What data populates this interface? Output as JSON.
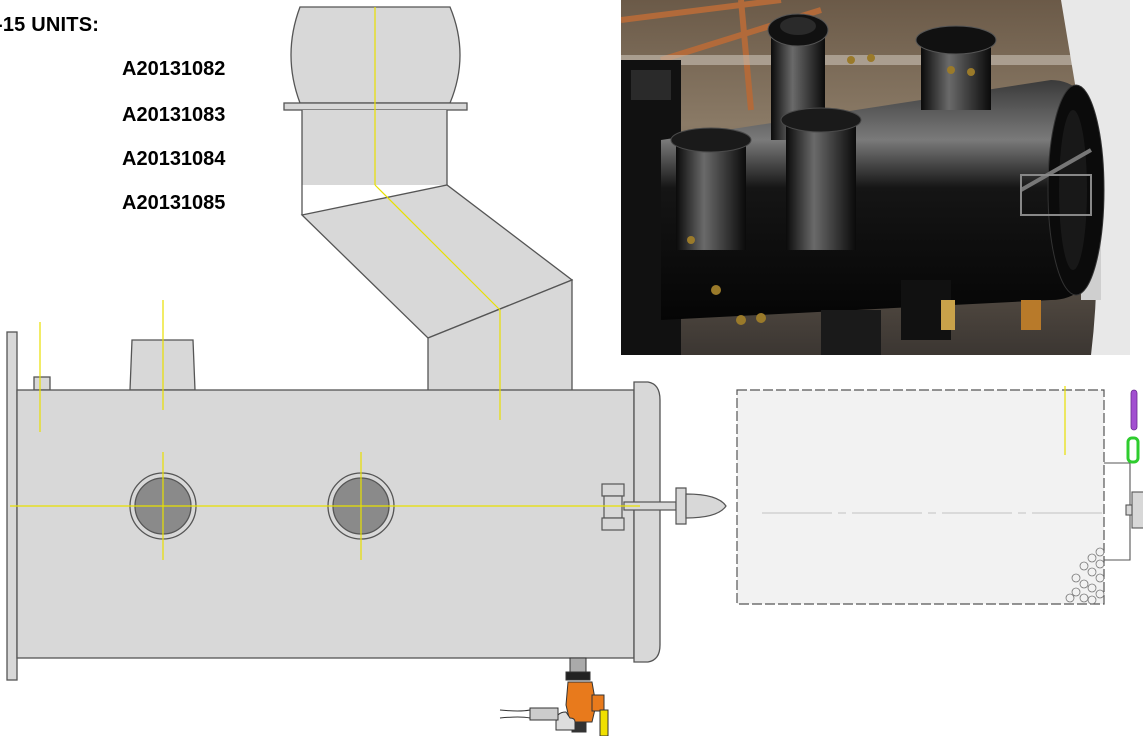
{
  "units": {
    "heading": "-15 UNITS:",
    "serials": [
      "A20131082",
      "A20131083",
      "A20131084",
      "A20131085"
    ]
  },
  "colors": {
    "body_fill": "#d8d8d8",
    "outline": "#555555",
    "centerline": "#e8e000",
    "port_fill": "#8a8a8a",
    "valve": "#e87a1c",
    "handle": "#f0e000",
    "clip_green": "#2ecc2e",
    "clip_purple": "#a24fd0"
  },
  "photo": {
    "subject": "black-painted-silencer-assembly-photo"
  }
}
